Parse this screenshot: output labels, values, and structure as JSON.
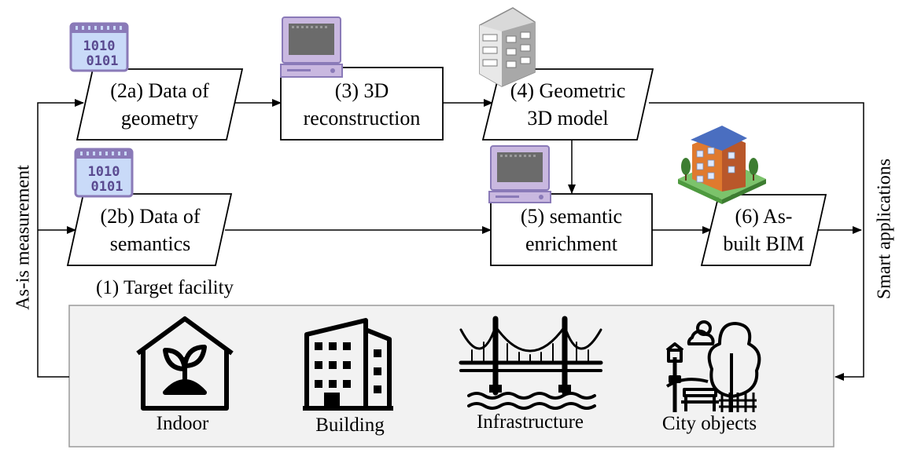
{
  "side_labels": {
    "left": "As-is measurement",
    "right": "Smart applications"
  },
  "nodes": {
    "data_geometry": {
      "line1": "(2a) Data of",
      "line2": "geometry",
      "icon": "binary-data-icon"
    },
    "reconstruction": {
      "line1": "(3) 3D",
      "line2": "reconstruction",
      "icon": "computer-icon"
    },
    "geometric_model": {
      "line1": "(4) Geometric",
      "line2": "3D model",
      "icon": "building-model-icon"
    },
    "data_semantics": {
      "line1": "(2b) Data of",
      "line2": "semantics",
      "icon": "binary-data-icon"
    },
    "semantic_enrichment": {
      "line1": "(5) semantic",
      "line2": "enrichment",
      "icon": "computer-icon"
    },
    "asbuilt_bim": {
      "line1": "(6) As-",
      "line2": "built BIM",
      "icon": "bim-building-icon"
    }
  },
  "facility": {
    "title": "(1) Target facility",
    "items": [
      {
        "label": "Indoor",
        "icon": "indoor-plant-house-icon"
      },
      {
        "label": "Building",
        "icon": "building-icon"
      },
      {
        "label": "Infrastructure",
        "icon": "bridge-icon"
      },
      {
        "label": "City objects",
        "icon": "city-park-icon"
      }
    ]
  },
  "colors": {
    "line": "#000000",
    "panel_fill": "#f2f2f2",
    "panel_border": "#9a9a9a",
    "icon_purple": "#8a7ab8",
    "icon_blue": "#c9daf8"
  }
}
